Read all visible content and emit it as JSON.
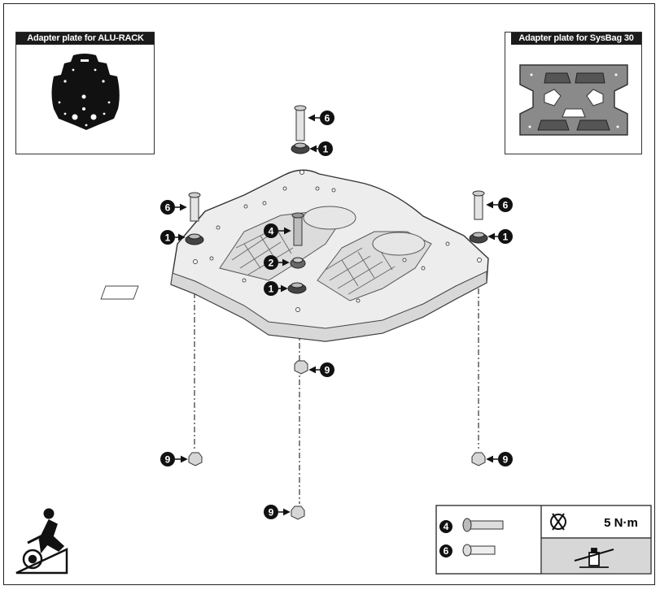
{
  "inset_left": {
    "title": "Adapter plate for ALU-RACK"
  },
  "inset_right": {
    "title": "Adapter plate for SysBag 30"
  },
  "callouts": {
    "top_bolt": "6",
    "top_bushing": "1",
    "left_bolt": "6",
    "left_bushing": "1",
    "right_bolt": "6",
    "right_bushing": "1",
    "center_bolt": "4",
    "center_spacer": "2",
    "center_bushing": "1",
    "center_nut_under": "9",
    "left_nut": "9",
    "right_nut": "9",
    "bottom_nut": "9"
  },
  "torque_box": {
    "part_a": "4",
    "part_b": "6",
    "torque_value": "5 N·m"
  },
  "icons": {
    "torque": "torque-wrench-icon",
    "no_threadlock": "no-threadlocker-icon",
    "rider": "motorcycle-rider-icon"
  }
}
